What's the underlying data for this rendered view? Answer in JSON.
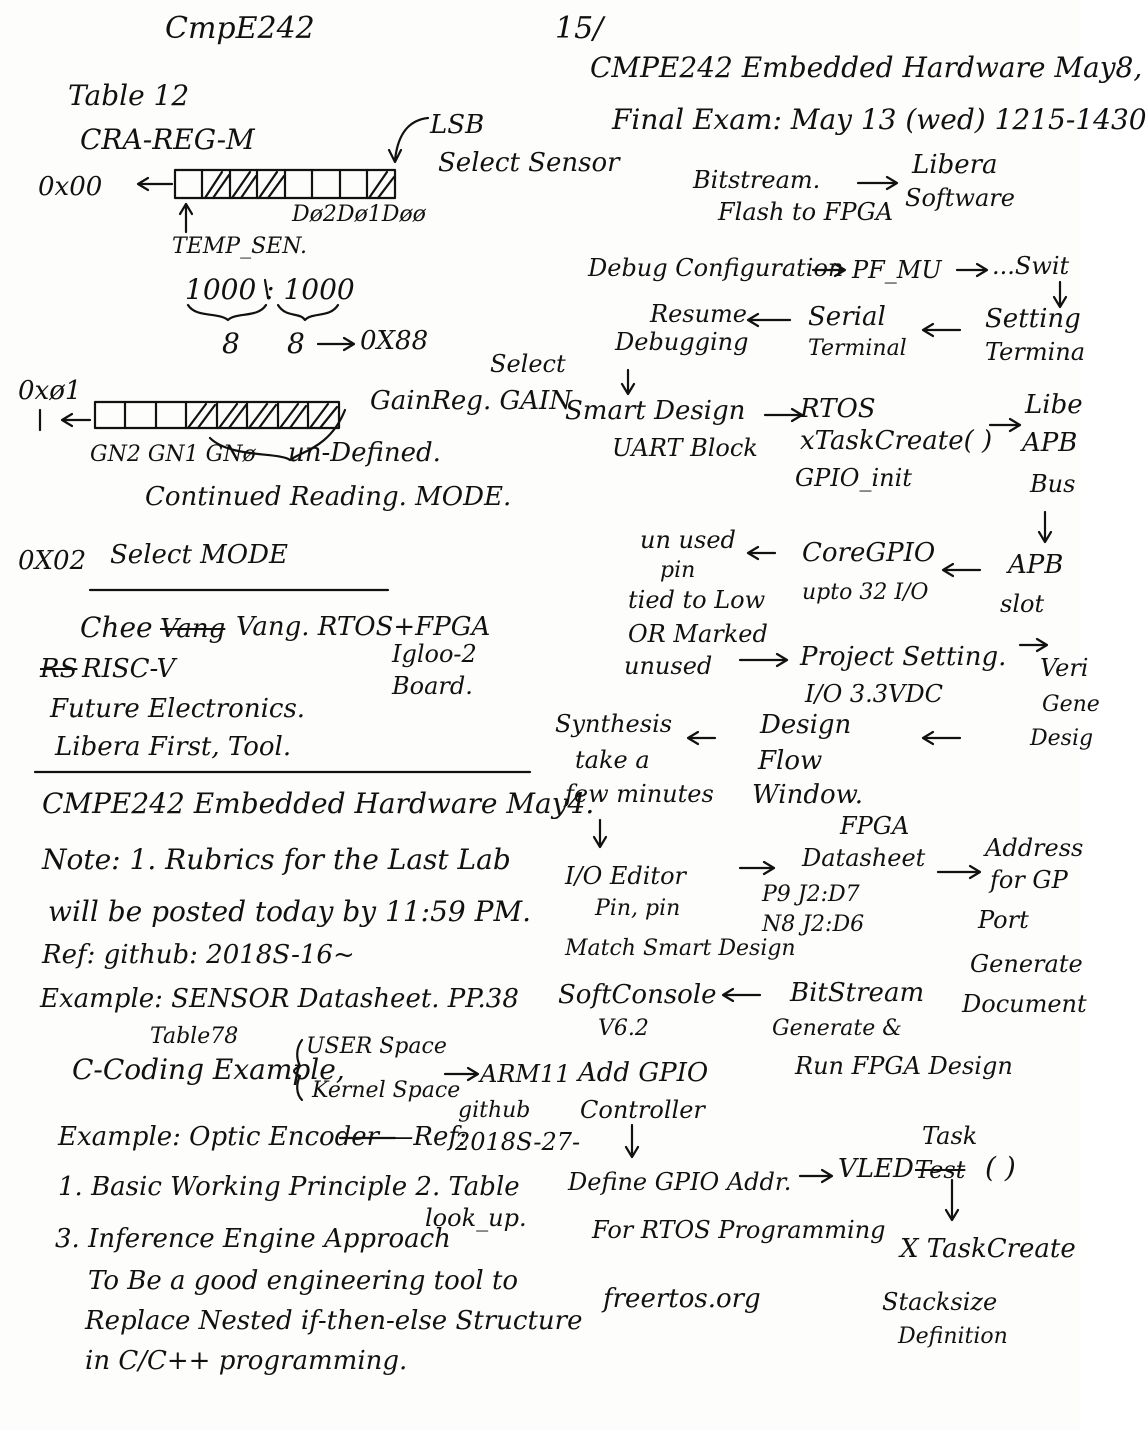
{
  "header": {
    "course_tag": "CmpE242",
    "page_number": "15/"
  },
  "left": {
    "table_12": "Table 12",
    "cra_reg": "CRA-REG-M",
    "lsb": "LSB",
    "select_sensor": "Select Sensor",
    "addr_00": "0x00",
    "d_bits": "Dø2Dø1Døø",
    "temp_sen": "TEMP_SEN.",
    "binary": "1000 : 1000",
    "eight_a": "8",
    "eight_b": "8",
    "hex_88": "0X88",
    "addr_01": "0xø1",
    "select": "Select",
    "gain_reg": "GainReg. GAIN",
    "gn_bits": "GN2 GN1 GNø",
    "undefined": "un-Defined.",
    "continued": "Continued Reading. MODE.",
    "addr_02": "0X02",
    "select_mode": "Select MODE",
    "chee_name": "Chee",
    "vang_struck": "Vang",
    "vang_rtos": "Vang. RTOS+FPGA",
    "igloo": "Igloo-2",
    "board": "Board.",
    "rs_struck": "RS",
    "risc_v": "RISC-V",
    "future_elec": "Future Electronics.",
    "libera_first": "Libera First, Tool.",
    "title_may4": "CMPE242 Embedded Hardware May4.",
    "note_1": "Note: 1. Rubrics for the Last Lab",
    "note_2": "will be posted today by 11:59 PM.",
    "ref_github": "Ref: github: 2018S-16~",
    "example_sensor": "Example: SENSOR Datasheet. PP.38",
    "table_78": "Table78",
    "user_space": "USER Space",
    "c_coding": "C-Coding Example,",
    "kernel_space": "Kernel Space",
    "arm11": "ARM11",
    "example_optic": "Example: Optic Encoder —Ref:",
    "github2": "github",
    "ref_num2": "2018S-27-",
    "basic_working": "1. Basic Working Principle  2. Table",
    "look_up": "look_up.",
    "inference": "3. Inference Engine Approach",
    "tobe": "To Be a good engineering tool to",
    "replace": "Replace Nested if-then-else Structure",
    "in_cpp": "in C/C++ programming."
  },
  "right": {
    "title_may8": "CMPE242 Embedded Hardware May8,",
    "final_exam": "Final Exam: May 13 (wed) 1215-1430",
    "bitstream": "Bitstream.",
    "flash_fpga": "Flash to FPGA",
    "libera_software_1": "Libera",
    "libera_software_2": "Software",
    "debug_config": "Debug Configuration",
    "pf_mu": "PF_MU",
    "switch": "...Swit",
    "resume": "Resume",
    "debugging": "Debugging",
    "serial": "Serial",
    "terminal": "Terminal",
    "setting": "Setting",
    "terminal2": "Termina",
    "smart_design": "Smart Design",
    "uart_block": "UART Block",
    "rtos": "RTOS",
    "xtaskcreate": "xTaskCreate( )",
    "gpio_init": "GPIO_init",
    "libe": "Libe",
    "apb": "APB",
    "bus": "Bus",
    "unused": "un used",
    "pin": "pin",
    "tied": "tied to Low",
    "or_marked": "OR Marked",
    "unused2": "unused",
    "coregpio": "CoreGPIO",
    "upto32": "upto 32 I/O",
    "apb2": "APB",
    "slot": "slot",
    "project_setting": "Project Setting.",
    "io_33": "I/O 3.3VDC",
    "ver": "Veri",
    "gene": "Gene",
    "desig": "Desig",
    "synthesis": "Synthesis",
    "take_a": "take a",
    "few_min": "few minutes",
    "design": "Design",
    "flow": "Flow",
    "window": "Window.",
    "fpga": "FPGA",
    "datasheet": "Datasheet",
    "address": "Address",
    "for_gp": "for GP",
    "io_editor": "I/O Editor",
    "pin_pin": "Pin, pin",
    "p9": "P9  J2:D7",
    "n8": "N8  J2:D6",
    "port": "Port",
    "match": "Match Smart Design",
    "generate": "Generate",
    "softconsole": "SoftConsole",
    "v62": "V6.2",
    "bitstream2": "BitStream",
    "generate_and": "Generate &",
    "run_fpga": "Run FPGA Design",
    "document": "Document",
    "add_gpio": "Add GPIO",
    "controller": "Controller",
    "task": "Task",
    "vled": "VLED",
    "test_struck": "Test",
    "parens": "(  )",
    "define_gpio": "Define GPIO Addr.",
    "for_rtos": "For RTOS Programming",
    "xtaskcreate2": "X TaskCreate",
    "freertos": "freertos.org",
    "stacksize": "Stacksize",
    "definition": "Definition"
  }
}
